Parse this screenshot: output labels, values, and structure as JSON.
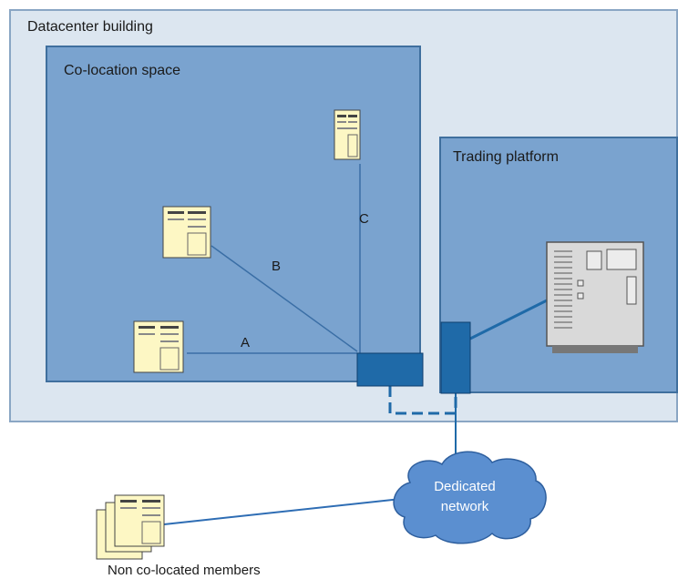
{
  "regions": {
    "building": "Datacenter building",
    "colocation": "Co-location space",
    "trading": "Trading platform"
  },
  "links": {
    "a": "A",
    "b": "B",
    "c": "C"
  },
  "network": {
    "line1": "Dedicated",
    "line2": "network"
  },
  "members": {
    "non_colocated": "Non co-located members"
  },
  "colors": {
    "building_fill": "#dce6f0",
    "space_fill": "#7aa3cf",
    "switch_fill": "#1f6aa8",
    "cloud_fill": "#5b8fd0",
    "server_fill": "#fdf7c4",
    "platform_fill": "#d9d9d9"
  }
}
